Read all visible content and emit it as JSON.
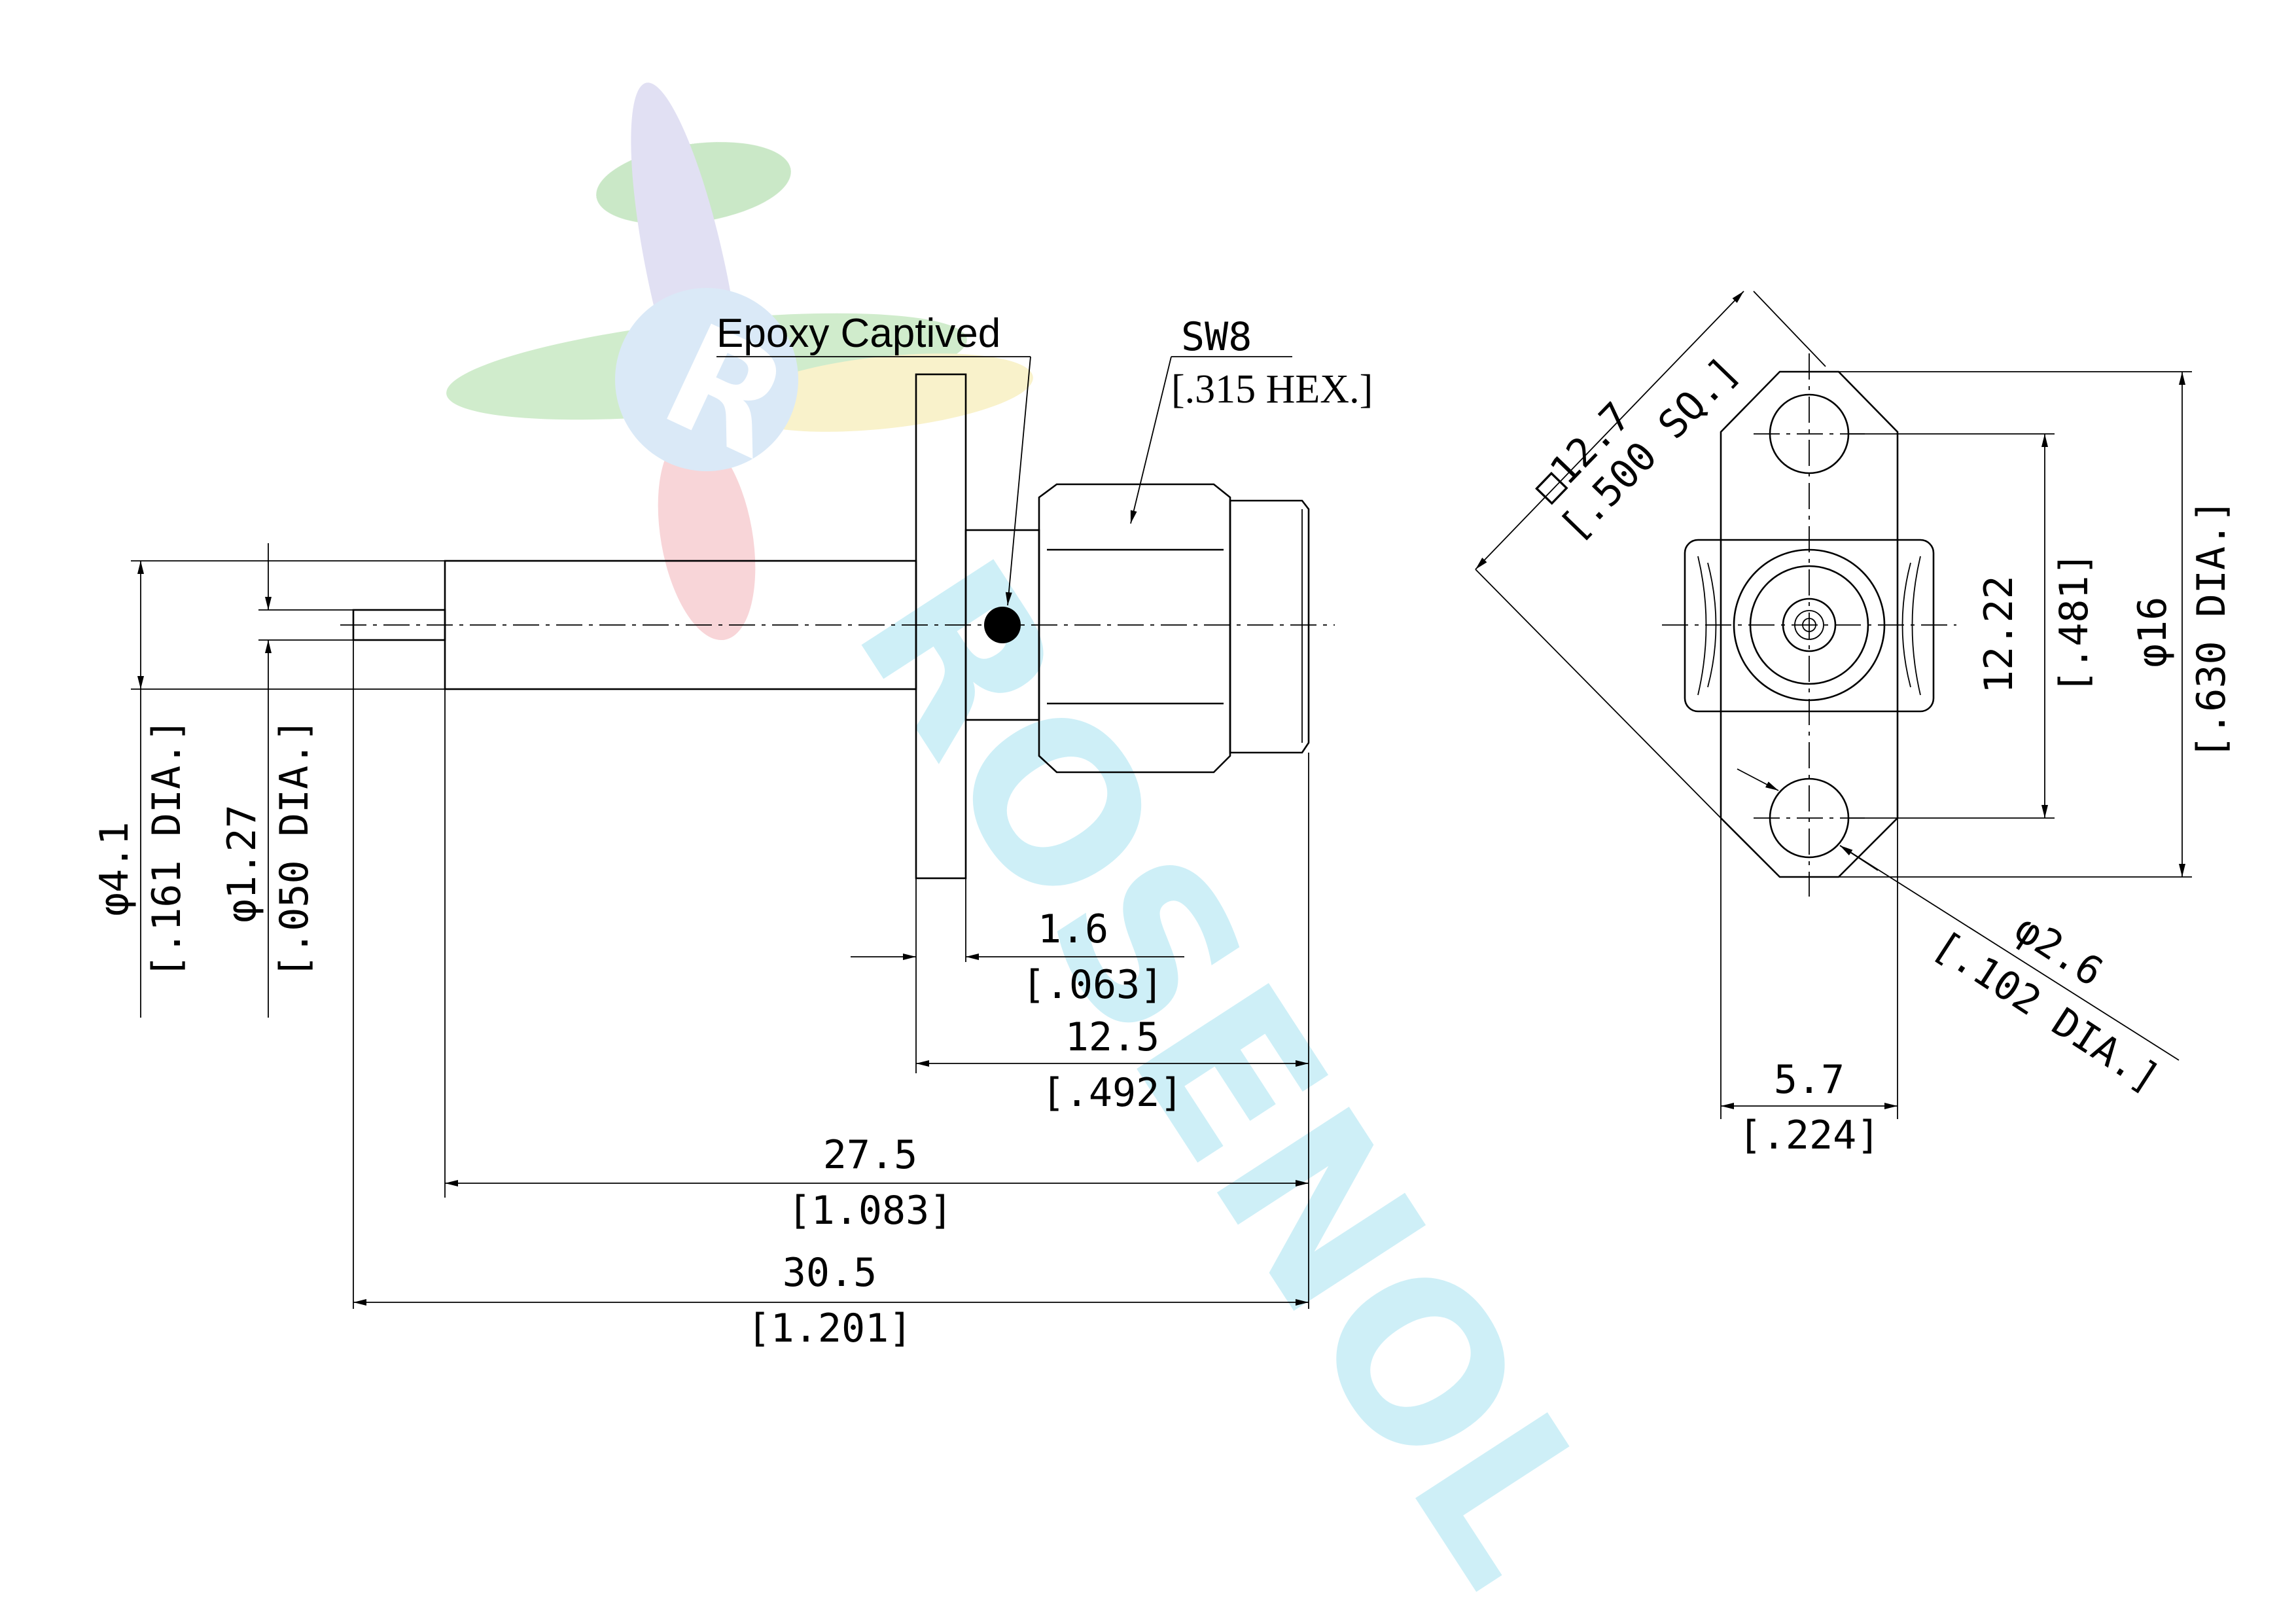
{
  "watermark": {
    "brand_text": "ROSENOL"
  },
  "side_view": {
    "callout_epoxy": "Epoxy Captived",
    "hex_size": "SW8",
    "hex_size_inch": "[.315 HEX.]",
    "dia_body": "φ4.1",
    "dia_body_inch": "[.161 DIA.]",
    "dia_pin": "φ1.27",
    "dia_pin_inch": "[.050 DIA.]",
    "flange_thk": "1.6",
    "flange_thk_inch": "[.063]",
    "len_front": "12.5",
    "len_front_inch": "[.492]",
    "len_body": "27.5",
    "len_body_inch": "[1.083]",
    "len_total": "30.5",
    "len_total_inch": "[1.201]"
  },
  "front_view": {
    "sq_size": "□12.7",
    "sq_size_inch": "[.500 SQ.]",
    "hole_spacing": "12.22",
    "hole_spacing_inch": "[.481]",
    "flange_dia": "φ16",
    "flange_dia_inch": "[.630 DIA.]",
    "hole_dia": "φ2.6",
    "hole_dia_inch": "[.102 DIA.]",
    "width": "5.7",
    "width_inch": "[.224]"
  }
}
